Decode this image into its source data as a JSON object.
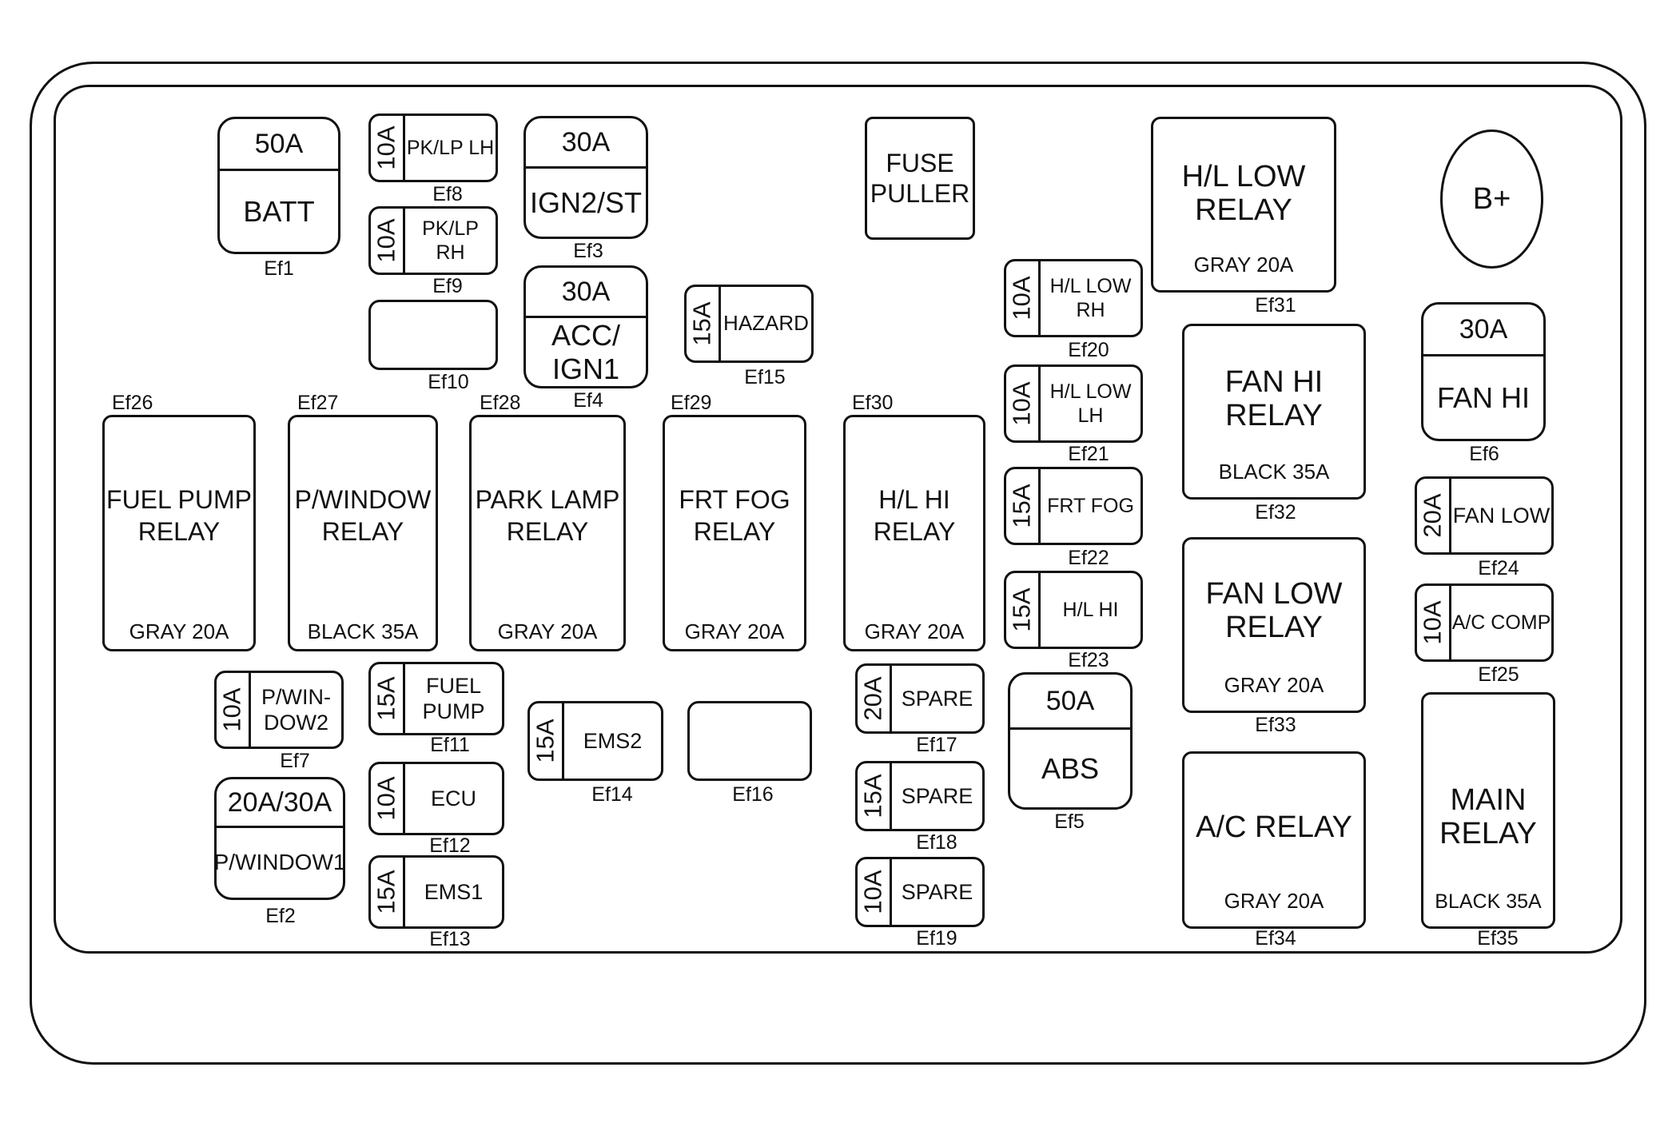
{
  "fuses": {
    "ef1": {
      "amp": "50A",
      "name": "BATT",
      "id": "Ef1"
    },
    "ef2": {
      "amp": "20A/30A",
      "name": "P/WINDOW1",
      "id": "Ef2"
    },
    "ef3": {
      "amp": "30A",
      "name": "IGN2/ST",
      "id": "Ef3"
    },
    "ef4": {
      "amp": "30A",
      "name": "ACC/\nIGN1",
      "id": "Ef4"
    },
    "ef5": {
      "amp": "50A",
      "name": "ABS",
      "id": "Ef5"
    },
    "ef6": {
      "amp": "30A",
      "name": "FAN HI",
      "id": "Ef6"
    },
    "ef7": {
      "amp": "10A",
      "name": "P/WIN-\nDOW2",
      "id": "Ef7"
    },
    "ef8": {
      "amp": "10A",
      "name": "PK/LP LH",
      "id": "Ef8"
    },
    "ef9": {
      "amp": "10A",
      "name": "PK/LP RH",
      "id": "Ef9"
    },
    "ef10": {
      "id": "Ef10"
    },
    "ef11": {
      "amp": "15A",
      "name": "FUEL\nPUMP",
      "id": "Ef11"
    },
    "ef12": {
      "amp": "10A",
      "name": "ECU",
      "id": "Ef12"
    },
    "ef13": {
      "amp": "15A",
      "name": "EMS1",
      "id": "Ef13"
    },
    "ef14": {
      "amp": "15A",
      "name": "EMS2",
      "id": "Ef14"
    },
    "ef15": {
      "amp": "15A",
      "name": "HAZARD",
      "id": "Ef15"
    },
    "ef16": {
      "id": "Ef16"
    },
    "ef17": {
      "amp": "20A",
      "name": "SPARE",
      "id": "Ef17"
    },
    "ef18": {
      "amp": "15A",
      "name": "SPARE",
      "id": "Ef18"
    },
    "ef19": {
      "amp": "10A",
      "name": "SPARE",
      "id": "Ef19"
    },
    "ef20": {
      "amp": "10A",
      "name": "H/L LOW\nRH",
      "id": "Ef20"
    },
    "ef21": {
      "amp": "10A",
      "name": "H/L LOW\nLH",
      "id": "Ef21"
    },
    "ef22": {
      "amp": "15A",
      "name": "FRT FOG",
      "id": "Ef22"
    },
    "ef23": {
      "amp": "15A",
      "name": "H/L HI",
      "id": "Ef23"
    },
    "ef24": {
      "amp": "20A",
      "name": "FAN LOW",
      "id": "Ef24"
    },
    "ef25": {
      "amp": "10A",
      "name": "A/C COMP",
      "id": "Ef25"
    }
  },
  "relays": {
    "ef26": {
      "name": "FUEL PUMP\nRELAY",
      "spec": "GRAY 20A",
      "id": "Ef26"
    },
    "ef27": {
      "name": "P/WINDOW\nRELAY",
      "spec": "BLACK 35A",
      "id": "Ef27"
    },
    "ef28": {
      "name": "PARK LAMP\nRELAY",
      "spec": "GRAY 20A",
      "id": "Ef28"
    },
    "ef29": {
      "name": "FRT FOG\nRELAY",
      "spec": "GRAY 20A",
      "id": "Ef29"
    },
    "ef30": {
      "name": "H/L HI\nRELAY",
      "spec": "GRAY 20A",
      "id": "Ef30"
    },
    "ef31": {
      "name": "H/L LOW\nRELAY",
      "spec": "GRAY 20A",
      "id": "Ef31"
    },
    "ef32": {
      "name": "FAN HI\nRELAY",
      "spec": "BLACK 35A",
      "id": "Ef32"
    },
    "ef33": {
      "name": "FAN LOW\nRELAY",
      "spec": "GRAY 20A",
      "id": "Ef33"
    },
    "ef34": {
      "name": "A/C RELAY",
      "spec": "GRAY 20A",
      "id": "Ef34"
    },
    "ef35": {
      "name": "MAIN\nRELAY",
      "spec": "BLACK 35A",
      "id": "Ef35"
    }
  },
  "fuse_puller": "FUSE\nPULLER",
  "battery_terminal": "B+"
}
